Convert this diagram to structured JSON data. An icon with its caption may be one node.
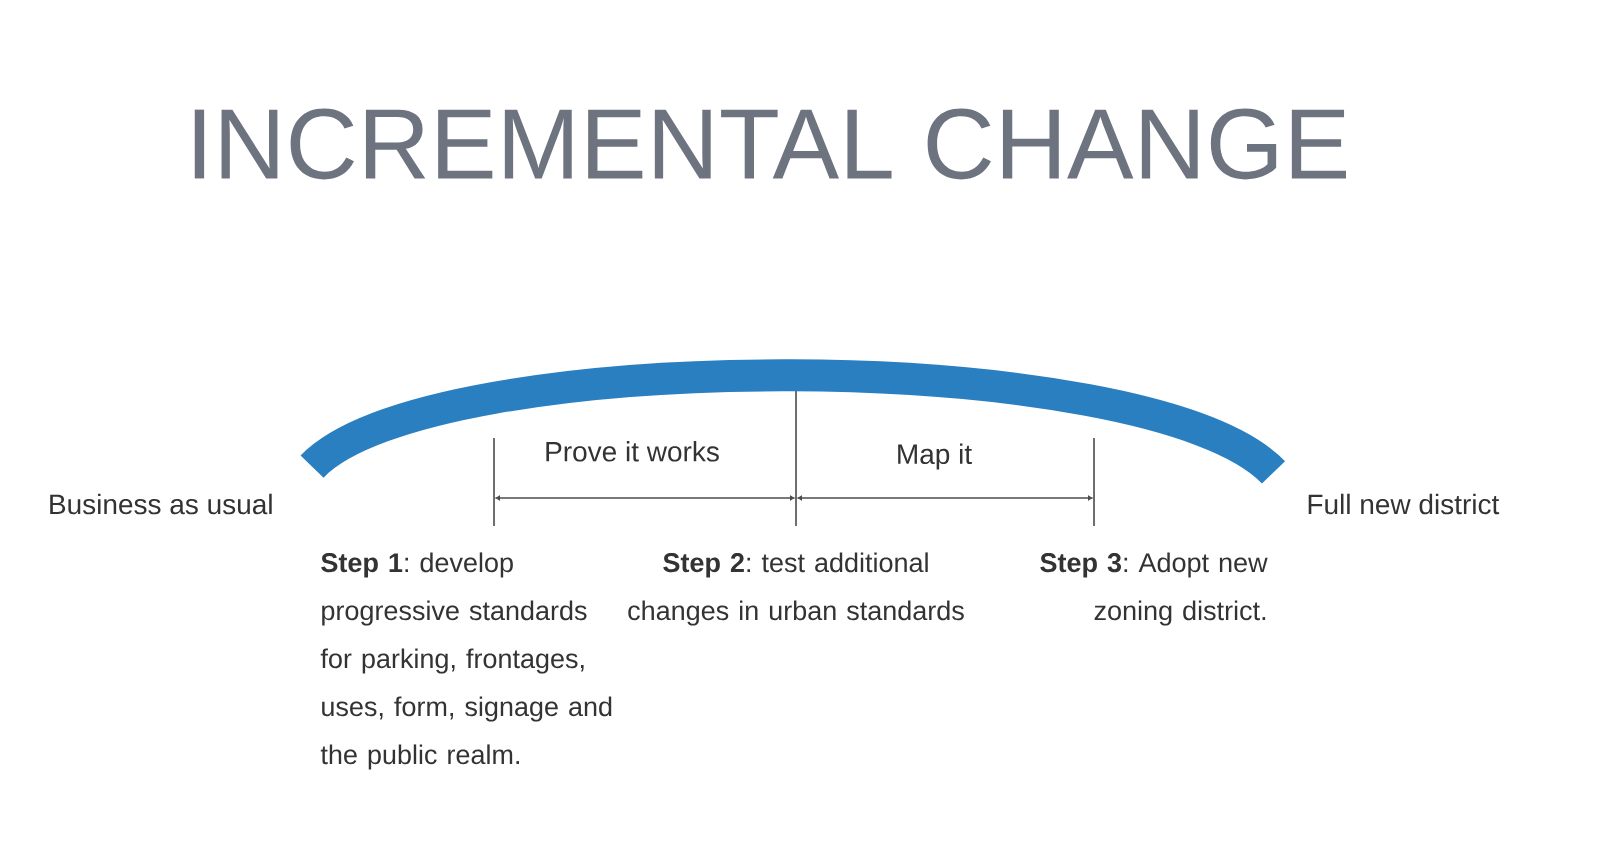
{
  "diagram": {
    "title": "INCREMENTAL CHANGE",
    "nodes": [
      {
        "text": [
          "Business as usual"
        ]
      },
      {
        "text": [
          "Full new district"
        ]
      }
    ],
    "edges": [
      {
        "from": 0,
        "to": 1,
        "arrow": "none",
        "color": "#2a7fc1"
      }
    ],
    "labels": [
      "Prove it works",
      "Map it",
      "**Step 1**: develop progressive standards for parking, frontages, uses, form, signage and the public realm.",
      "**Step 2**: test additional changes in urban standards",
      "**Step 3**: Adopt new zoning district."
    ]
  }
}
